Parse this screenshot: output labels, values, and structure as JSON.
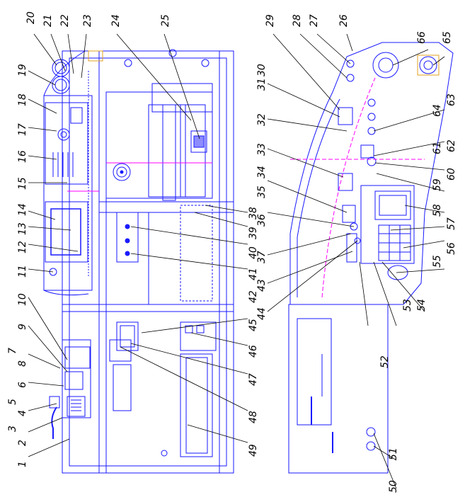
{
  "drawing": {
    "line_color": "#1a1aff",
    "accent_color": "#ff00ff",
    "detail_color": "#e0a020",
    "text_color": "#000000"
  },
  "callouts": {
    "1": "1",
    "2": "2",
    "3": "3",
    "4": "4",
    "5": "5",
    "6": "6",
    "7": "7",
    "8": "8",
    "9": "9",
    "10": "10",
    "11": "11",
    "12": "12",
    "13": "13",
    "14": "14",
    "15": "15",
    "16": "16",
    "17": "17",
    "18": "18",
    "19": "19",
    "20": "20",
    "21": "21",
    "22": "22",
    "23": "23",
    "24": "24",
    "25": "25",
    "26": "26",
    "27": "27",
    "28": "28",
    "29": "29",
    "30": "30",
    "31": "31",
    "32": "32",
    "33": "33",
    "34": "34",
    "35": "35",
    "36": "36",
    "37": "37",
    "38": "38",
    "39": "39",
    "40": "40",
    "41": "41",
    "42": "42",
    "43": "43",
    "44": "44",
    "45": "45",
    "46": "46",
    "47": "47",
    "48": "48",
    "49": "49",
    "50": "50",
    "51": "51",
    "52": "52",
    "53": "53",
    "54": "54",
    "55": "55",
    "56": "56",
    "57": "57",
    "58": "58",
    "59": "59",
    "60": "60",
    "61": "61",
    "62": "62",
    "63": "63",
    "64": "64",
    "65": "65",
    "66": "66"
  }
}
